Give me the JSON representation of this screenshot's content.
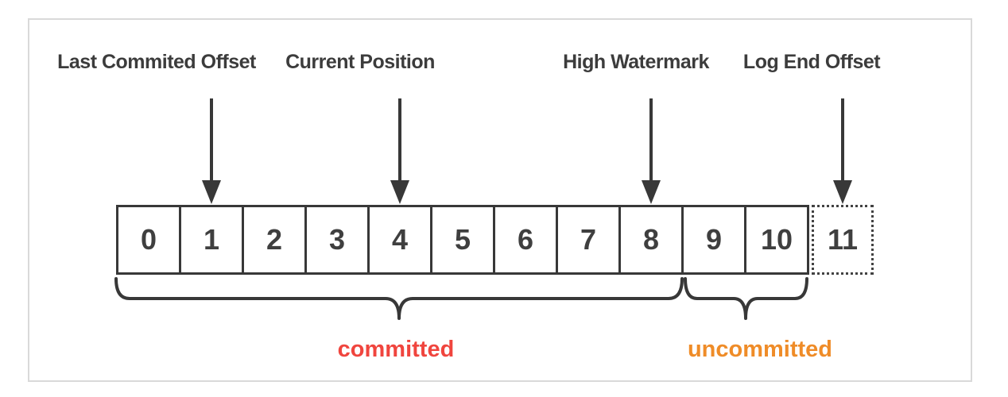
{
  "pointers": [
    {
      "label": "Last Commited Offset",
      "points_to_offset": "1"
    },
    {
      "label": "Current Position",
      "points_to_offset": "4"
    },
    {
      "label": "High Watermark",
      "points_to_offset": "8"
    },
    {
      "label": "Log End Offset",
      "points_to_offset": "11"
    }
  ],
  "cells": [
    {
      "value": "0",
      "border": "solid"
    },
    {
      "value": "1",
      "border": "solid"
    },
    {
      "value": "2",
      "border": "solid"
    },
    {
      "value": "3",
      "border": "solid"
    },
    {
      "value": "4",
      "border": "solid"
    },
    {
      "value": "5",
      "border": "solid"
    },
    {
      "value": "6",
      "border": "solid"
    },
    {
      "value": "7",
      "border": "solid"
    },
    {
      "value": "8",
      "border": "solid"
    },
    {
      "value": "9",
      "border": "solid"
    },
    {
      "value": "10",
      "border": "solid"
    },
    {
      "value": "11",
      "border": "dotted"
    }
  ],
  "regions": [
    {
      "label": "committed",
      "color": "#f0453e",
      "covers_offsets": "0-8"
    },
    {
      "label": "uncommitted",
      "color": "#ef8c28",
      "covers_offsets": "9-10"
    }
  ],
  "colors": {
    "line": "#383838",
    "text": "#3c3c3c",
    "frame_border": "#d9d9d9",
    "background": "#ffffff",
    "committed": "#f0453e",
    "uncommitted": "#ef8c28"
  }
}
